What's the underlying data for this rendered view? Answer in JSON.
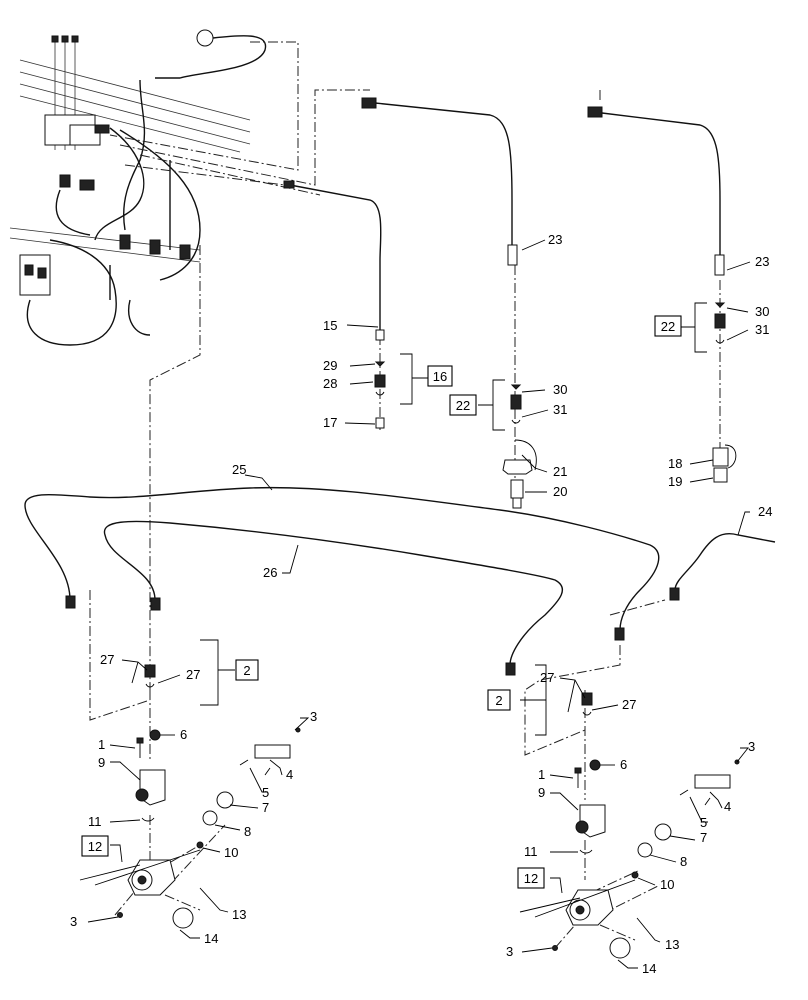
{
  "callouts": {
    "c1a": "1",
    "c1b": "1",
    "c3a": "3",
    "c3b": "3",
    "c3c": "3",
    "c3d": "3",
    "c4a": "4",
    "c4b": "4",
    "c5a": "5",
    "c5b": "5",
    "c6a": "6",
    "c6b": "6",
    "c7a": "7",
    "c7b": "7",
    "c8a": "8",
    "c8b": "8",
    "c9a": "9",
    "c9b": "9",
    "c10a": "10",
    "c10b": "10",
    "c11a": "11",
    "c11b": "11",
    "c13a": "13",
    "c13b": "13",
    "c14a": "14",
    "c14b": "14",
    "c15": "15",
    "c17": "17",
    "c18": "18",
    "c19": "19",
    "c20": "20",
    "c21": "21",
    "c23a": "23",
    "c23b": "23",
    "c24": "24",
    "c25": "25",
    "c26": "26",
    "c27a": "27",
    "c27b": "27",
    "c27c": "27",
    "c27d": "27",
    "c28": "28",
    "c29": "29",
    "c30a": "30",
    "c30b": "30",
    "c31a": "31",
    "c31b": "31"
  },
  "kits": {
    "k2a": "2",
    "k2b": "2",
    "k12a": "12",
    "k12b": "12",
    "k16": "16",
    "k22a": "22",
    "k22b": "22"
  }
}
